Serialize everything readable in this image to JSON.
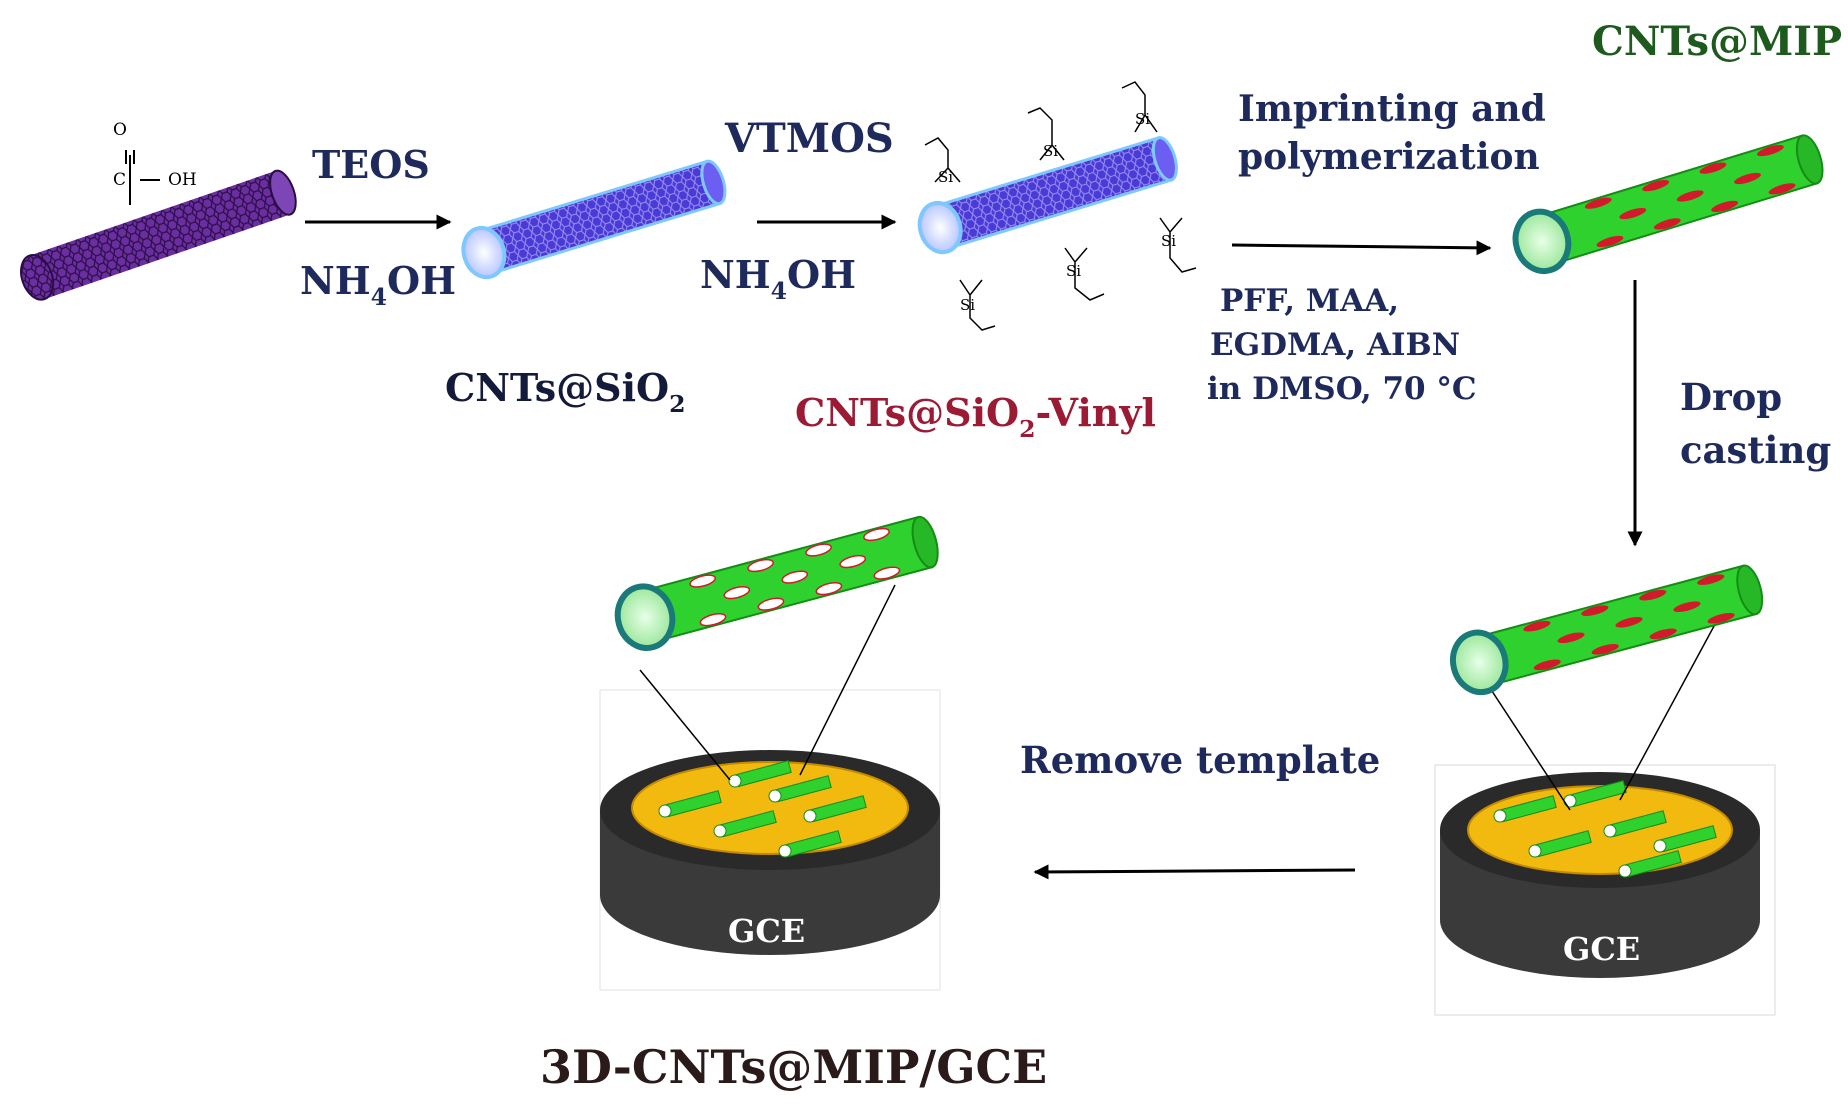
{
  "reagents": {
    "step1_top": "TEOS",
    "step1_bottom_pre": "NH",
    "step1_bottom_sub": "4",
    "step1_bottom_post": "OH",
    "step2_top": "VTMOS",
    "step2_bottom_pre": "NH",
    "step2_bottom_sub": "4",
    "step2_bottom_post": "OH",
    "step3_top_line1": "Imprinting and",
    "step3_top_line2": "polymerization",
    "step3_bottom_line1": "PFF, MAA,",
    "step3_bottom_line2": "EGDMA, AIBN",
    "step3_bottom_line3": "in DMSO, 70 °C",
    "step4_line1": "Drop",
    "step4_line2": "casting",
    "step5": "Remove template"
  },
  "products": {
    "cnt_sio2_pre": "CNTs@SiO",
    "cnt_sio2_sub": "2",
    "cnt_vinyl_pre": "CNTs@SiO",
    "cnt_vinyl_sub": "2",
    "cnt_vinyl_post": "-Vinyl",
    "cnt_mip": "CNTs@MIP",
    "final": "3D-CNTs@MIP/GCE"
  },
  "chem_labels": {
    "oxygen": "O",
    "carbon": "C",
    "hydroxyl": "OH",
    "silicon": "Si"
  },
  "electrode_label": "GCE",
  "colors": {
    "reagent_text": "#1f2a5c",
    "cnt_mip_text": "#1e5a1e",
    "vinyl_text": "#9b1b35",
    "cnt_purple": "#6a2ea0",
    "silica_blue": "#4b3bd6",
    "mip_green": "#2ed12e",
    "template_red": "#d31a2a",
    "electrode_gray": "#3a3a3a",
    "electrode_gold": "#f2b90f"
  }
}
